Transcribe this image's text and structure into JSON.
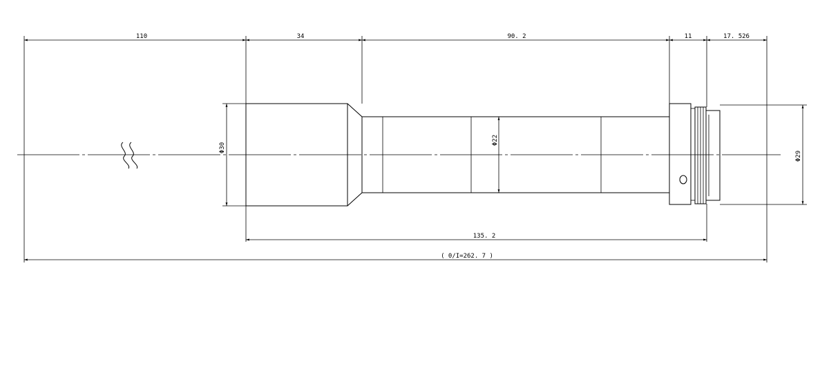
{
  "dimensions": {
    "d110": "110",
    "d34": "34",
    "d90_2": "90. 2",
    "d11": "11",
    "d17_526": "17. 526",
    "d135_2": "135. 2",
    "d_total": "( 0/I=262. 7 )"
  },
  "diameters": {
    "dia30": "Φ30",
    "dia22": "Φ22",
    "dia29": "Φ29"
  },
  "colors": {
    "ink": "#000000",
    "paper": "#ffffff"
  },
  "symbols": {
    "break_mark": "wavy-break-icon"
  }
}
